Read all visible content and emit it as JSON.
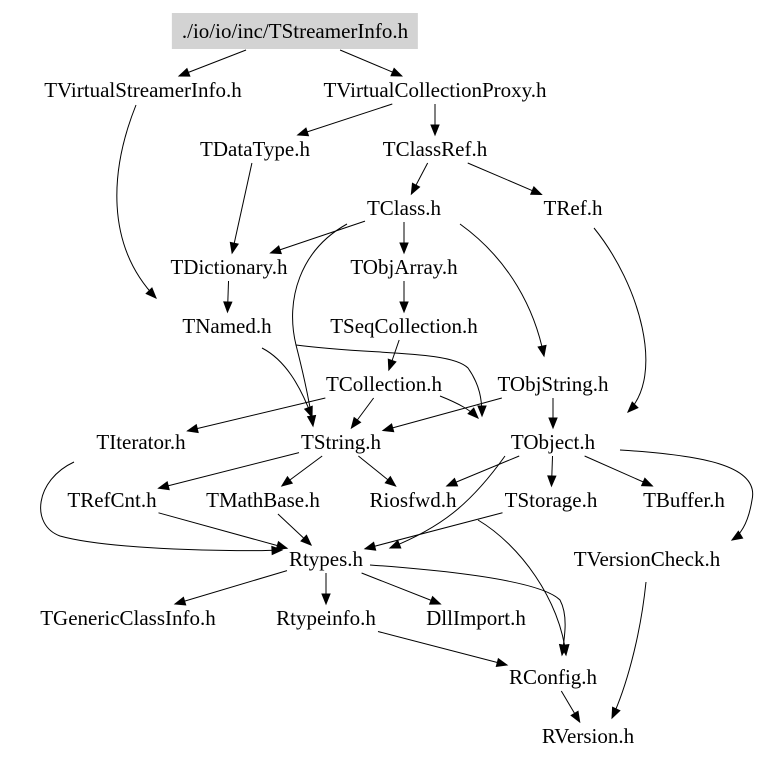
{
  "graph": {
    "root_id": "root",
    "colors": {
      "root_fill": "#d3d3d3",
      "edge": "#000000",
      "text": "#000000"
    },
    "nodes": [
      {
        "id": "root",
        "label": "./io/io/inc/TStreamerInfo.h"
      },
      {
        "id": "tvsi",
        "label": "TVirtualStreamerInfo.h"
      },
      {
        "id": "tvcp",
        "label": "TVirtualCollectionProxy.h"
      },
      {
        "id": "tdatatype",
        "label": "TDataType.h"
      },
      {
        "id": "tclassref",
        "label": "TClassRef.h"
      },
      {
        "id": "tclass",
        "label": "TClass.h"
      },
      {
        "id": "tref",
        "label": "TRef.h"
      },
      {
        "id": "tdictionary",
        "label": "TDictionary.h"
      },
      {
        "id": "tobjarray",
        "label": "TObjArray.h"
      },
      {
        "id": "tnamed",
        "label": "TNamed.h"
      },
      {
        "id": "tseqcollection",
        "label": "TSeqCollection.h"
      },
      {
        "id": "tcollection",
        "label": "TCollection.h"
      },
      {
        "id": "tobjstring",
        "label": "TObjString.h"
      },
      {
        "id": "titerator",
        "label": "TIterator.h"
      },
      {
        "id": "tstring",
        "label": "TString.h"
      },
      {
        "id": "tobject",
        "label": "TObject.h"
      },
      {
        "id": "trefcnt",
        "label": "TRefCnt.h"
      },
      {
        "id": "tmathbase",
        "label": "TMathBase.h"
      },
      {
        "id": "riosfwd",
        "label": "Riosfwd.h"
      },
      {
        "id": "tstorage",
        "label": "TStorage.h"
      },
      {
        "id": "tbuffer",
        "label": "TBuffer.h"
      },
      {
        "id": "rtypes",
        "label": "Rtypes.h"
      },
      {
        "id": "tversioncheck",
        "label": "TVersionCheck.h"
      },
      {
        "id": "tgenericclassinfo",
        "label": "TGenericClassInfo.h"
      },
      {
        "id": "rtypeinfo",
        "label": "Rtypeinfo.h"
      },
      {
        "id": "dllimport",
        "label": "DllImport.h"
      },
      {
        "id": "rconfig",
        "label": "RConfig.h"
      },
      {
        "id": "rversion",
        "label": "RVersion.h"
      }
    ],
    "edges": [
      [
        "root",
        "tvsi"
      ],
      [
        "root",
        "tvcp"
      ],
      [
        "tvsi",
        "tnamed"
      ],
      [
        "tvcp",
        "tdatatype"
      ],
      [
        "tvcp",
        "tclassref"
      ],
      [
        "tdatatype",
        "tdictionary"
      ],
      [
        "tclassref",
        "tclass"
      ],
      [
        "tclassref",
        "tref"
      ],
      [
        "tclass",
        "tdictionary"
      ],
      [
        "tclass",
        "tobjarray"
      ],
      [
        "tclass",
        "tobjstring"
      ],
      [
        "tclass",
        "tstring"
      ],
      [
        "tdictionary",
        "tnamed"
      ],
      [
        "tobjarray",
        "tseqcollection"
      ],
      [
        "tnamed",
        "tstring"
      ],
      [
        "tseqcollection",
        "tcollection"
      ],
      [
        "tseqcollection",
        "tobject"
      ],
      [
        "tcollection",
        "titerator"
      ],
      [
        "tcollection",
        "tstring"
      ],
      [
        "tcollection",
        "tobject"
      ],
      [
        "tobjstring",
        "tobject"
      ],
      [
        "tobjstring",
        "tstring"
      ],
      [
        "tref",
        "tobject"
      ],
      [
        "titerator",
        "rtypes"
      ],
      [
        "tstring",
        "trefcnt"
      ],
      [
        "tstring",
        "riosfwd"
      ],
      [
        "tstring",
        "tmathbase"
      ],
      [
        "tobject",
        "riosfwd"
      ],
      [
        "tobject",
        "tstorage"
      ],
      [
        "tobject",
        "tbuffer"
      ],
      [
        "tobject",
        "tversioncheck"
      ],
      [
        "tobject",
        "rtypes"
      ],
      [
        "trefcnt",
        "rtypes"
      ],
      [
        "tmathbase",
        "rtypes"
      ],
      [
        "tstorage",
        "rtypes"
      ],
      [
        "tstorage",
        "rconfig"
      ],
      [
        "rtypes",
        "tgenericclassinfo"
      ],
      [
        "rtypes",
        "rtypeinfo"
      ],
      [
        "rtypes",
        "dllimport"
      ],
      [
        "rtypes",
        "rconfig"
      ],
      [
        "rtypeinfo",
        "rconfig"
      ],
      [
        "rconfig",
        "rversion"
      ],
      [
        "tversioncheck",
        "rversion"
      ]
    ]
  }
}
